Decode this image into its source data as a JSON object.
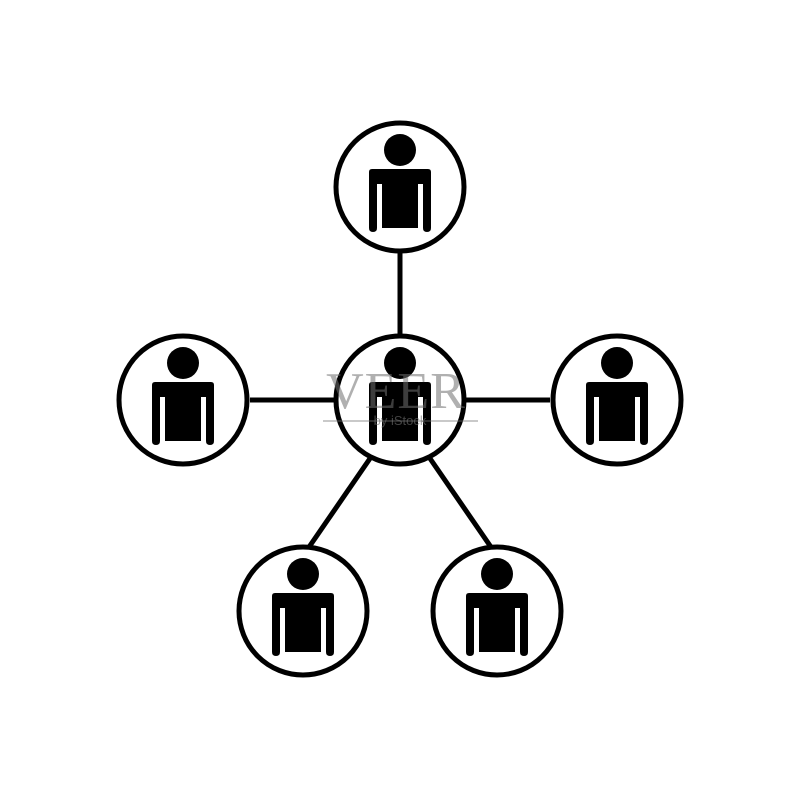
{
  "diagram": {
    "type": "people-network",
    "center_node": {
      "icon": "person-icon"
    },
    "outer_nodes": [
      {
        "position": "top",
        "icon": "person-icon"
      },
      {
        "position": "left",
        "icon": "person-icon"
      },
      {
        "position": "right",
        "icon": "person-icon"
      },
      {
        "position": "bottom-left",
        "icon": "person-icon"
      },
      {
        "position": "bottom-right",
        "icon": "person-icon"
      }
    ],
    "colors": {
      "stroke": "#000000",
      "fill": "#ffffff",
      "icon": "#000000"
    }
  },
  "watermark": {
    "brand": "VEER",
    "tagline": "by iStock"
  }
}
